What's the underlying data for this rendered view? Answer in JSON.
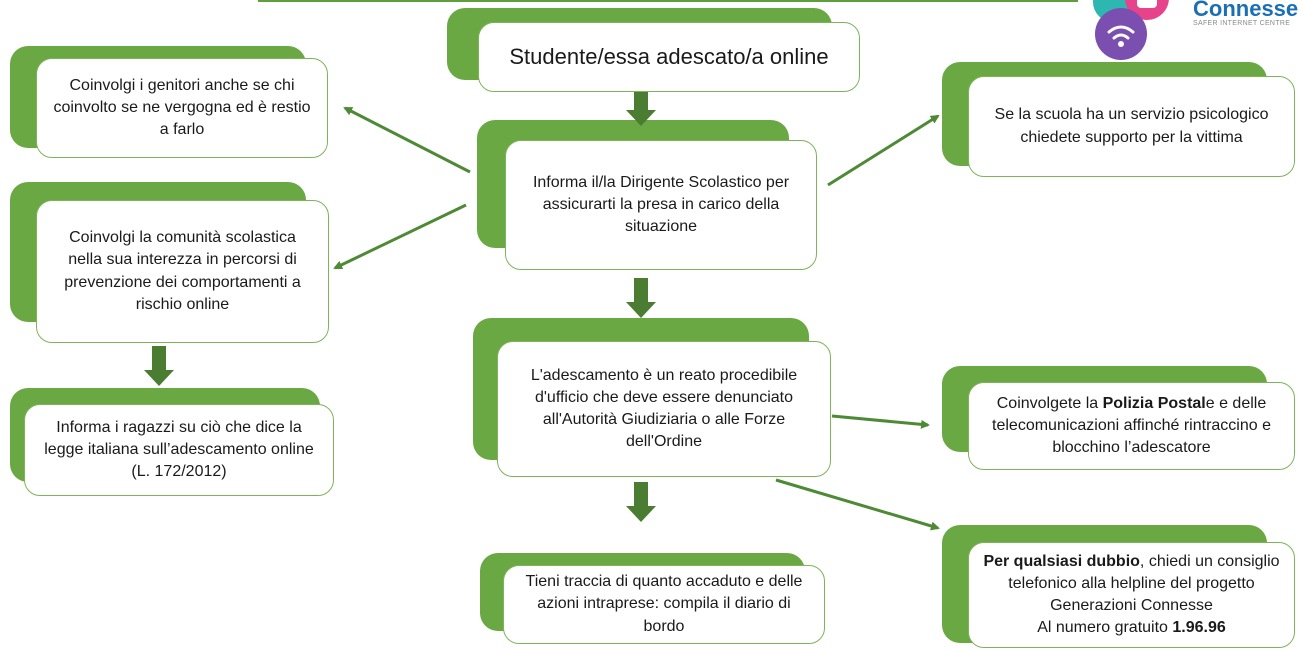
{
  "logo": {
    "brand_text": "Connesse",
    "sub_text": "SAFER INTERNET CENTRE"
  },
  "nodes": {
    "title": "Studente/essa adescato/a online",
    "informa_dirigente": "Informa il/la Dirigente Scolastico per assicurarti la presa in carico della situazione",
    "genitori": "Coinvolgi i genitori anche se chi coinvolto se ne vergogna ed è restio a farlo",
    "comunita": "Coinvolgi la comunità scolastica nella sua interezza in percorsi di prevenzione dei comportamenti a rischio online",
    "informa_ragazzi": "Informa i ragazzi su ciò che dice la legge italiana sull’adescamento online (L. 172/2012)",
    "servizio_psicologico": "Se la scuola ha un servizio psicologico chiedete supporto per la vittima",
    "reato": "L'adescamento è un reato procedibile d'ufficio che deve essere denunciato all'Autorità Giudiziaria o alle Forze dell'Ordine",
    "polizia": {
      "pre": "Coinvolgete la ",
      "bold": "Polizia Postal",
      "post": "e e delle telecomunicazioni affinché rintraccino e blocchino l’adescatore"
    },
    "traccia": "Tieni traccia di quanto accaduto e delle azioni intraprese: compila il diario di bordo",
    "helpline": {
      "bold1": "Per qualsiasi dubbio",
      "mid": ", chiedi un consiglio telefonico alla helpline  del progetto Generazioni Connesse",
      "line4": "Al numero gratuito ",
      "bold2": "1.96.96"
    }
  },
  "colors": {
    "green_tab": "#6aa843",
    "box_border": "#7fb35a",
    "arrow_green": "#4e8a35",
    "block_arrow": "#4a7c32"
  }
}
